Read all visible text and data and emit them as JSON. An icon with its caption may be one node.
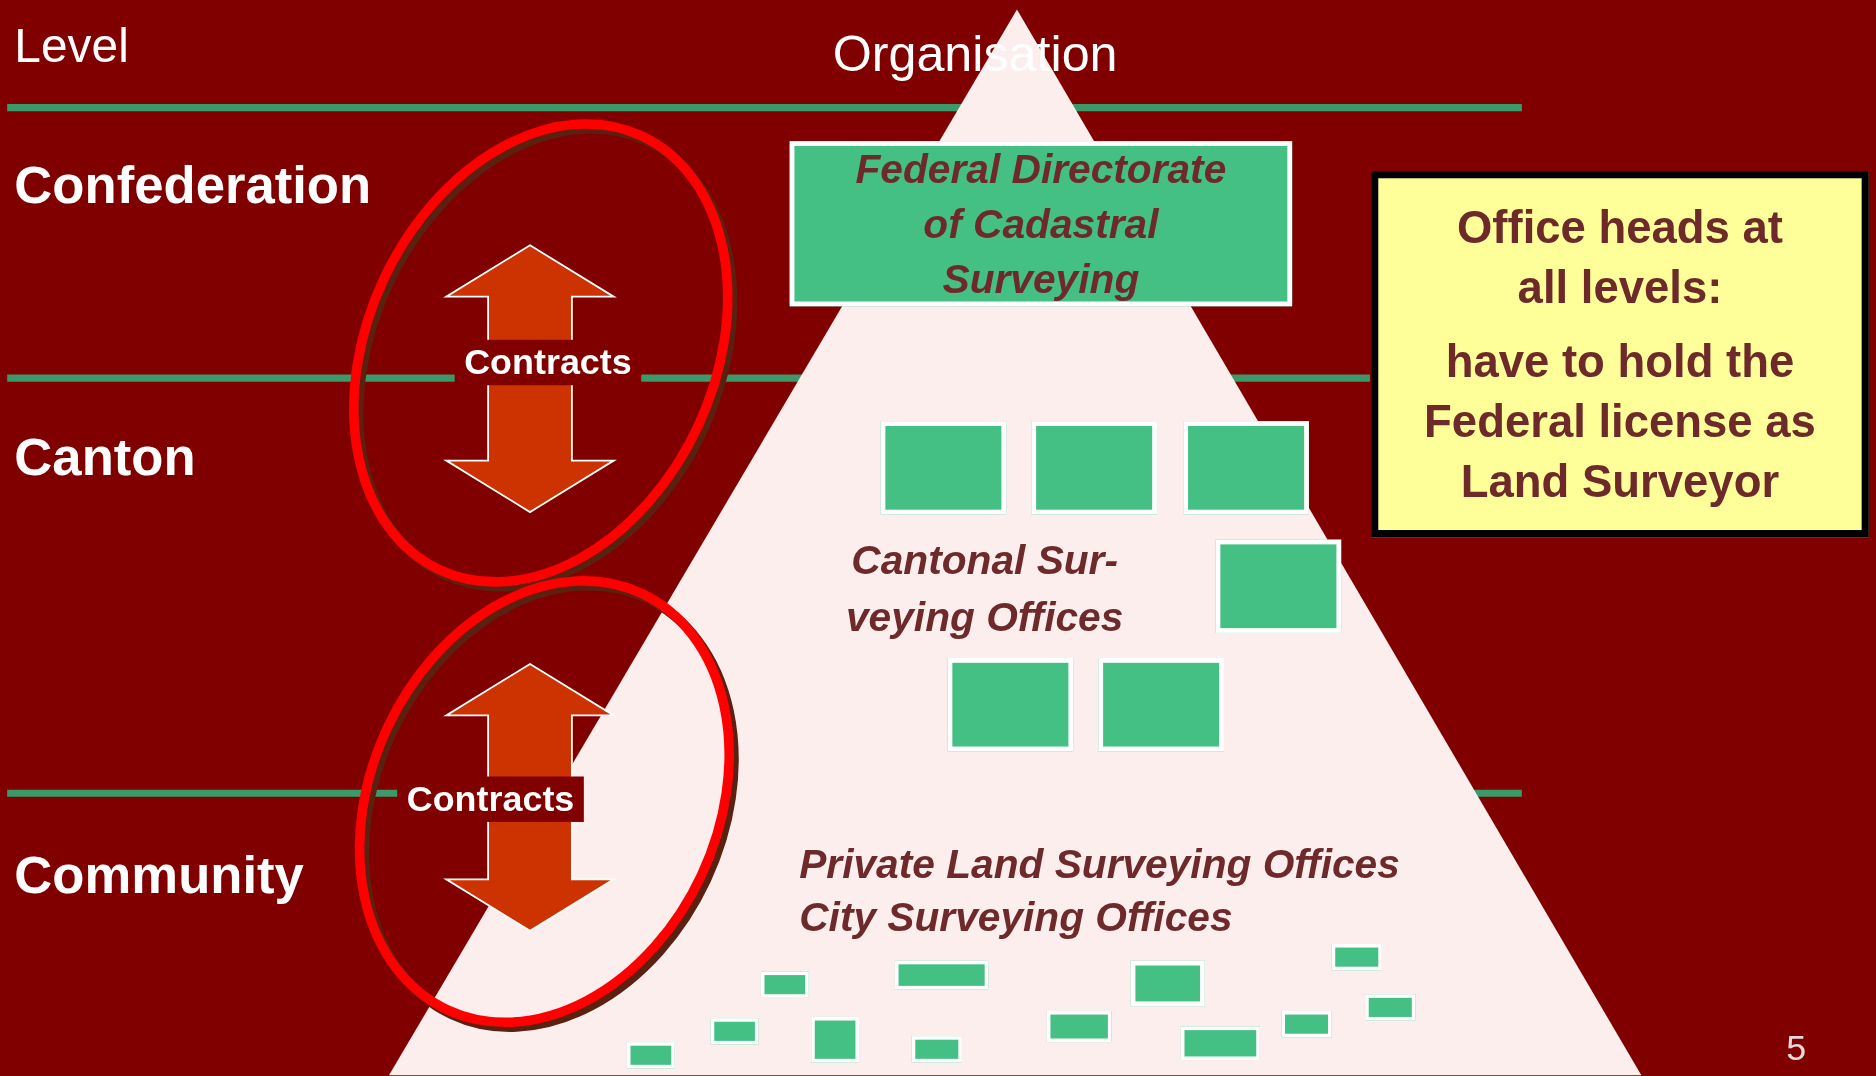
{
  "diagram": {
    "nodes": [
      {
        "text": [
          "Organisation",
          "Cantonal Sur- veying Offices",
          "Private Land Surveying Offices",
          "City Surveying Offices"
        ]
      },
      {
        "text": [
          "Federal Directorate of Cadastral Surveying"
        ],
        "in": 0
      },
      {
        "text": [],
        "shape": "box",
        "in": 0
      },
      {
        "text": [],
        "shape": "box",
        "in": 0
      },
      {
        "text": [],
        "shape": "box",
        "in": 0
      },
      {
        "text": [],
        "shape": "box",
        "in": 0
      },
      {
        "text": [],
        "shape": "box",
        "in": 0
      },
      {
        "text": [],
        "shape": "box",
        "in": 0
      },
      {
        "text": [],
        "shape": "box",
        "in": 0
      },
      {
        "text": [],
        "shape": "box",
        "in": 0
      },
      {
        "text": [],
        "shape": "box",
        "in": 0
      },
      {
        "text": [],
        "shape": "box",
        "in": 0
      },
      {
        "text": [],
        "shape": "box",
        "in": 0
      },
      {
        "text": [],
        "shape": "box",
        "in": 0
      },
      {
        "text": [],
        "shape": "box",
        "in": 0
      },
      {
        "text": [],
        "shape": "box",
        "in": 0
      },
      {
        "text": [],
        "shape": "box",
        "in": 0
      },
      {
        "text": [],
        "shape": "box",
        "in": 0
      },
      {
        "text": [],
        "shape": "box",
        "in": 0
      },
      {
        "text": [],
        "shape": "box",
        "in": 0
      },
      {
        "text": [
          "Office heads at all levels:",
          "have to hold the Federal license as Land Surveyor"
        ]
      },
      {
        "text": [
          "Contracts"
        ]
      },
      {
        "text": [
          "Contracts"
        ]
      }
    ],
    "edges": [],
    "labels": [
      "Level",
      "Confederation",
      "Canton",
      "Community",
      "5"
    ]
  }
}
